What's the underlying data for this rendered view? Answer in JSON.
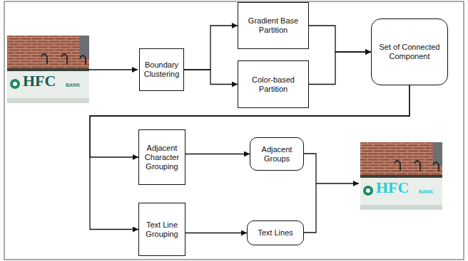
{
  "diagram": {
    "nodes": [
      {
        "text": [
          "Boundary Clustering"
        ]
      },
      {
        "text": [
          "Gradient Base Partition"
        ]
      },
      {
        "text": [
          "Color-based Partition"
        ]
      },
      {
        "text": [
          "Set of Connected Component"
        ]
      },
      {
        "text": [
          "Adjacent Character Grouping"
        ]
      },
      {
        "text": [
          "Adjacent Groups"
        ]
      },
      {
        "text": [
          "Text Line Grouping"
        ]
      },
      {
        "text": [
          "Text Lines"
        ]
      }
    ],
    "edges": [
      {
        "from": 0,
        "to": 1,
        "arrow": "to"
      },
      {
        "from": 0,
        "to": 2,
        "arrow": "to"
      },
      {
        "from": 1,
        "to": 3,
        "arrow": "to"
      },
      {
        "from": 2,
        "to": 3,
        "arrow": "to"
      },
      {
        "from": 3,
        "to": 4,
        "arrow": "to"
      },
      {
        "from": 3,
        "to": 6,
        "arrow": "to"
      },
      {
        "from": 4,
        "to": 5,
        "arrow": "to"
      },
      {
        "from": 6,
        "to": 7,
        "arrow": "to"
      }
    ],
    "labels": [
      "HFC",
      "BANK",
      "HFC",
      "BANK"
    ]
  }
}
